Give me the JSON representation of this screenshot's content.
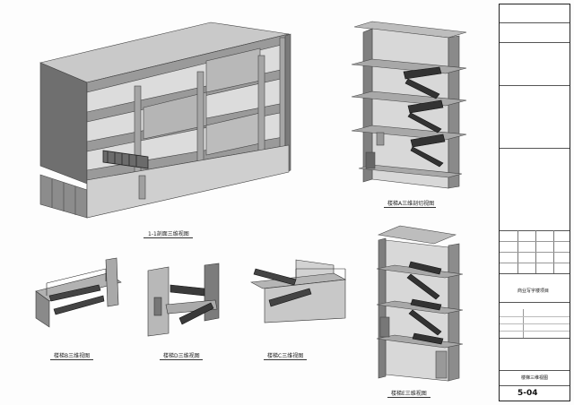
{
  "views": {
    "section_1_1": "1-1剖面三维视图",
    "stair_a_cut": "楼梯A三维剖切视图",
    "stair_b": "楼梯B三维视图",
    "stair_c": "楼梯C三维视图",
    "stair_d": "楼梯D三维视图",
    "stair_e": "楼梯E三维视图"
  },
  "title_block": {
    "project_name": "商业写字楼项目",
    "drawing_title": "楼梯三维视图",
    "sheet_number": "5-04"
  }
}
